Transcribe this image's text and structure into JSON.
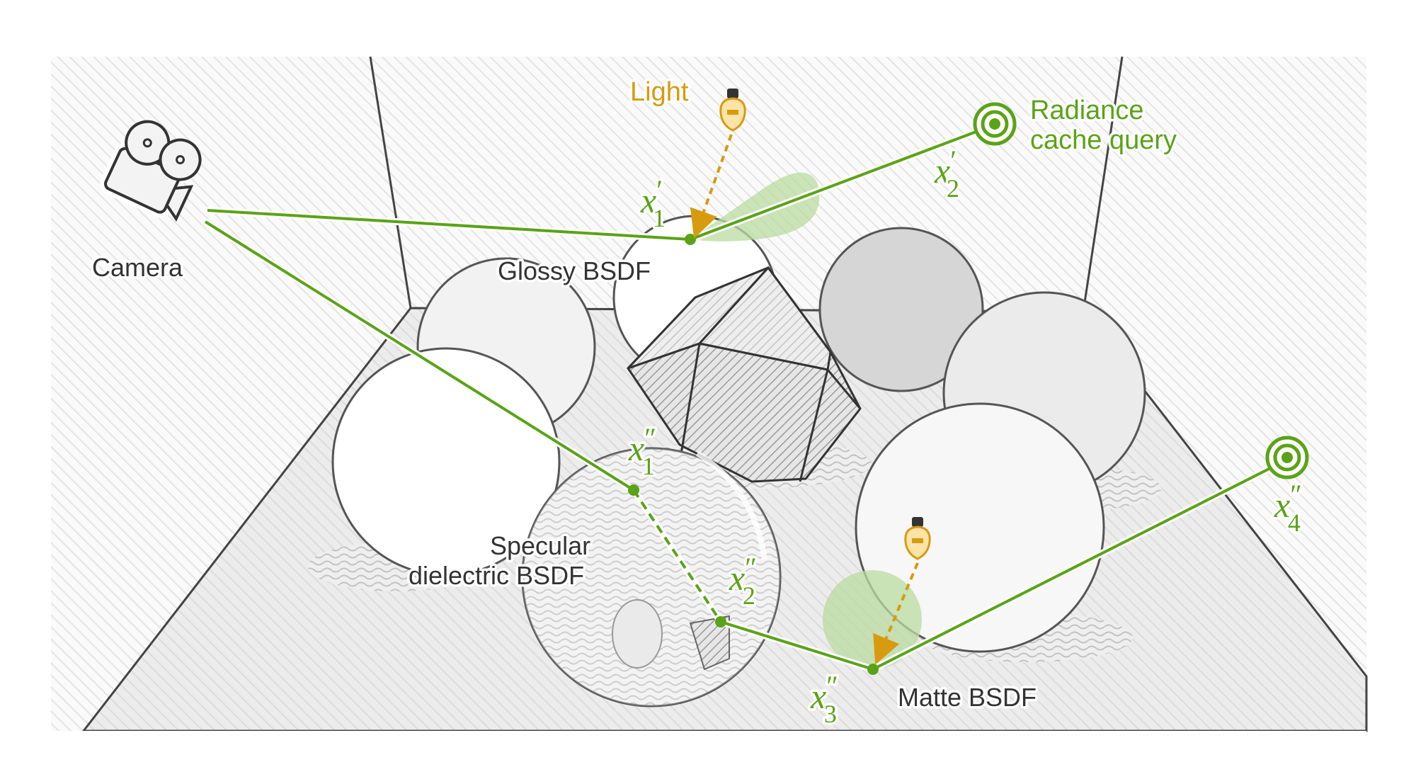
{
  "figure": {
    "title": "Path tracing with radiance cache queries",
    "colors": {
      "path": "#5aa316",
      "light": "#d79b10",
      "outline": "#444444",
      "background_hatch": "#e6e6e6",
      "lobe_fill": "#b9dba0"
    }
  },
  "labels": {
    "camera": "Camera",
    "light": "Light",
    "radiance_cache": [
      "Radiance",
      "cache query"
    ],
    "glossy": "Glossy BSDF",
    "specular": [
      "Specular",
      "dielectric BSDF"
    ],
    "matte": "Matte BSDF"
  },
  "vertices": [
    {
      "id": "x1p",
      "symbol": "x",
      "prime": "′",
      "sub": "1"
    },
    {
      "id": "x2p",
      "symbol": "x",
      "prime": "′",
      "sub": "2"
    },
    {
      "id": "x1pp",
      "symbol": "x",
      "prime": "″",
      "sub": "1"
    },
    {
      "id": "x2pp",
      "symbol": "x",
      "prime": "″",
      "sub": "2"
    },
    {
      "id": "x3pp",
      "symbol": "x",
      "prime": "″",
      "sub": "3"
    },
    {
      "id": "x4pp",
      "symbol": "x",
      "prime": "″",
      "sub": "4"
    }
  ],
  "icons": {
    "camera": "movie-camera-icon",
    "light": "light-bulb-icon",
    "cache": "target-icon"
  }
}
